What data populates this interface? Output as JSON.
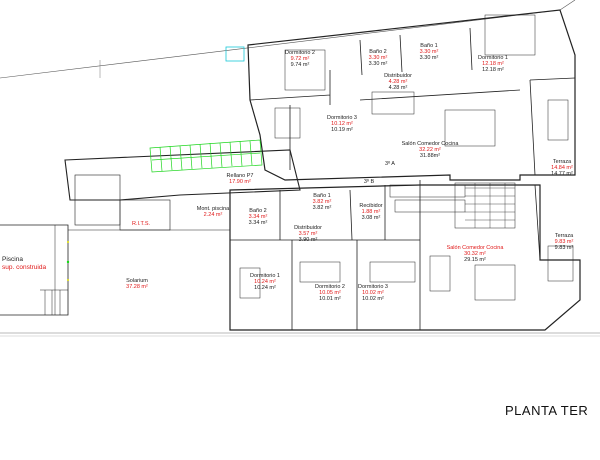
{
  "title": "PLANTA TER",
  "colors": {
    "wall": "#222222",
    "area_red": "#e01818",
    "stairs_green": "#1fd61f",
    "cyan": "#18c8d8"
  },
  "rooms": [
    {
      "name": "Dormitorio 2",
      "area_useful": "9.72 m²",
      "area_built": "9.74 m²"
    },
    {
      "name": "Baño 2",
      "area_useful": "3.30 m²",
      "area_built": "3.30 m²"
    },
    {
      "name": "Baño 1",
      "area_useful": "3.30 m²",
      "area_built": "3.30 m²"
    },
    {
      "name": "Dormitorio 1",
      "area_useful": "12.18 m²",
      "area_built": "12.18 m²"
    },
    {
      "name": "Distribuidor",
      "area_useful": "4.28 m²",
      "area_built": "4.28 m²"
    },
    {
      "name": "Dormitorio 3",
      "area_useful": "10.12 m²",
      "area_built": "10.19 m²"
    },
    {
      "name": "Salón Comedor Cocina",
      "area_useful": "32.22 m²",
      "area_built": "31.88m²"
    },
    {
      "name": "Terraza",
      "area_useful": "14.84 m²",
      "area_built": "14.77 m²"
    },
    {
      "name": "Rellano P7",
      "area_useful": "17.90 m²",
      "area_built": ""
    },
    {
      "name": "Mont. piscina",
      "area_useful": "2.24 m²",
      "area_built": ""
    },
    {
      "name": "Baño 2",
      "area_useful": "3.34 m²",
      "area_built": "3.34 m²"
    },
    {
      "name": "Baño 1",
      "area_useful": "3.82 m²",
      "area_built": "3.82 m²"
    },
    {
      "name": "Recibidor",
      "area_useful": "1.88 m²",
      "area_built": "3.08 m²"
    },
    {
      "name": "Distribuidor",
      "area_useful": "3.57 m²",
      "area_built": "3.90 m²"
    },
    {
      "name": "Dormitorio 1",
      "area_useful": "10.24 m²",
      "area_built": "10.24 m²"
    },
    {
      "name": "Dormitorio 2",
      "area_useful": "10.05 m²",
      "area_built": "10.01 m²"
    },
    {
      "name": "Dormitorio 3",
      "area_useful": "10.02 m²",
      "area_built": "10.02 m²"
    },
    {
      "name": "Salón Comedor Cocina",
      "area_useful": "30.32 m²",
      "area_built": "29.15 m²"
    },
    {
      "name": "Terraza",
      "area_useful": "9.83 m²",
      "area_built": "9.83 m²"
    },
    {
      "name": "Solarium",
      "area_useful": "37.28 m²",
      "area_built": ""
    },
    {
      "name": "Piscina",
      "area_useful": "sup. construida",
      "area_built": ""
    }
  ],
  "units": [
    {
      "name": "3º A"
    },
    {
      "name": "3º B"
    }
  ],
  "rits": "R.I.T.S."
}
